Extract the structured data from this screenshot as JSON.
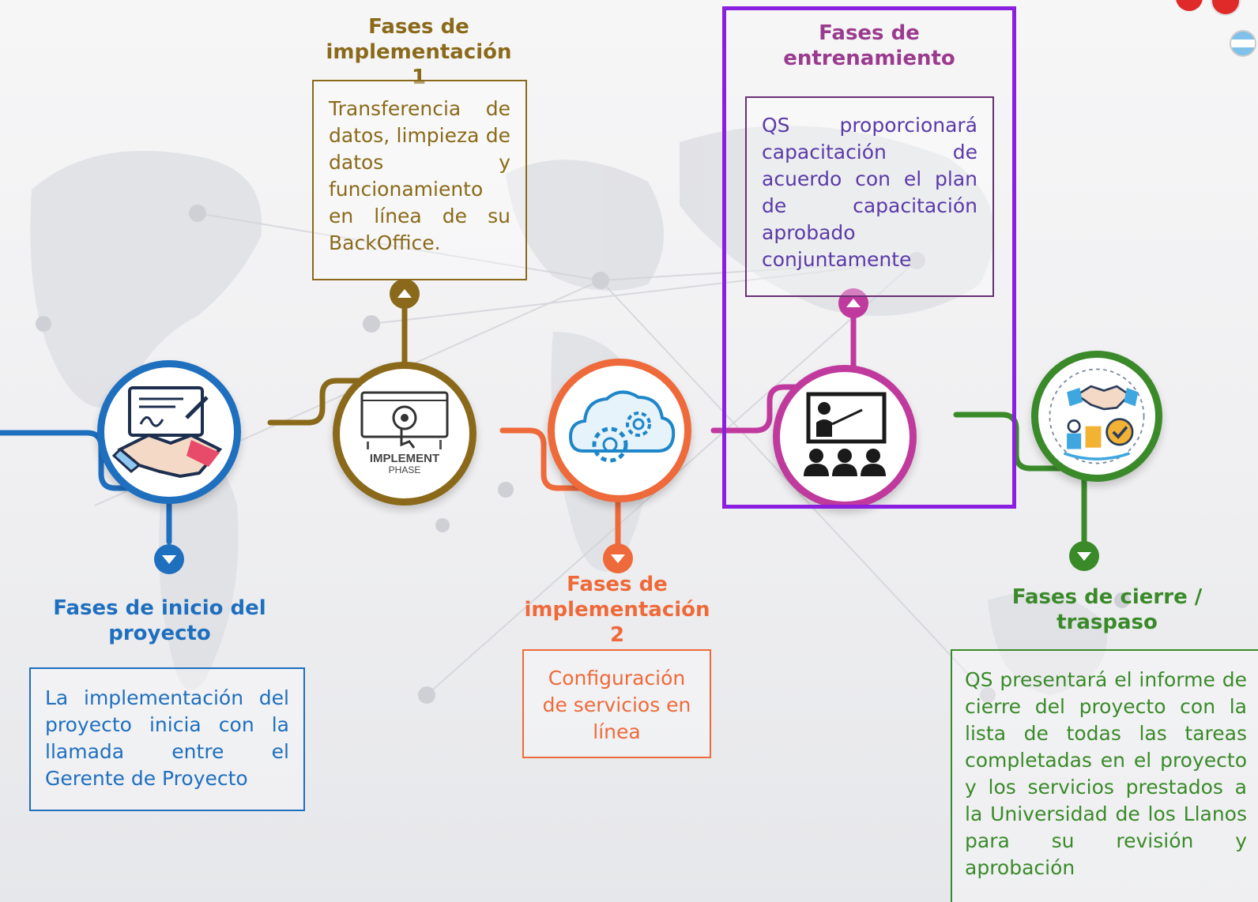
{
  "colors": {
    "blue": "#1f6fbf",
    "brown": "#8a6a1a",
    "orange": "#ee6a3a",
    "pink": "#c03a9e",
    "green": "#3a8a2a",
    "purple_title": "#9b3b8e",
    "purple_text": "#5b3aa8",
    "highlight": "#8a1fe0"
  },
  "phases": [
    {
      "title": "Fases de inicio del proyecto",
      "text": "La implementación del proyecto inicia con la llamada entre el Gerente de Proyecto",
      "icon": "handshake-contract-icon"
    },
    {
      "title": "Fases de implementación 1",
      "text": "Transferencia de datos, limpieza de datos y funcionamiento en línea de su BackOffice.",
      "icon": "implement-phase-icon",
      "icon_text": [
        "IMPLEMENT",
        "PHASE"
      ]
    },
    {
      "title": "Fases de implementación 2",
      "text": "Configuración de servicios en línea",
      "icon": "cloud-gears-icon"
    },
    {
      "title": "Fases de entrenamiento",
      "text": "QS proporcionará capacitación de acuerdo con el plan de capacitación aprobado conjuntamente",
      "icon": "training-presentation-icon"
    },
    {
      "title": "Fases de cierre / traspaso",
      "text": "QS presentará el informe de cierre del proyecto con la lista de todas las tareas completadas en el proyecto y los servicios prestados a la Universidad de los Llanos para su revisión y aprobación",
      "icon": "handshake-checkmark-icon"
    }
  ]
}
